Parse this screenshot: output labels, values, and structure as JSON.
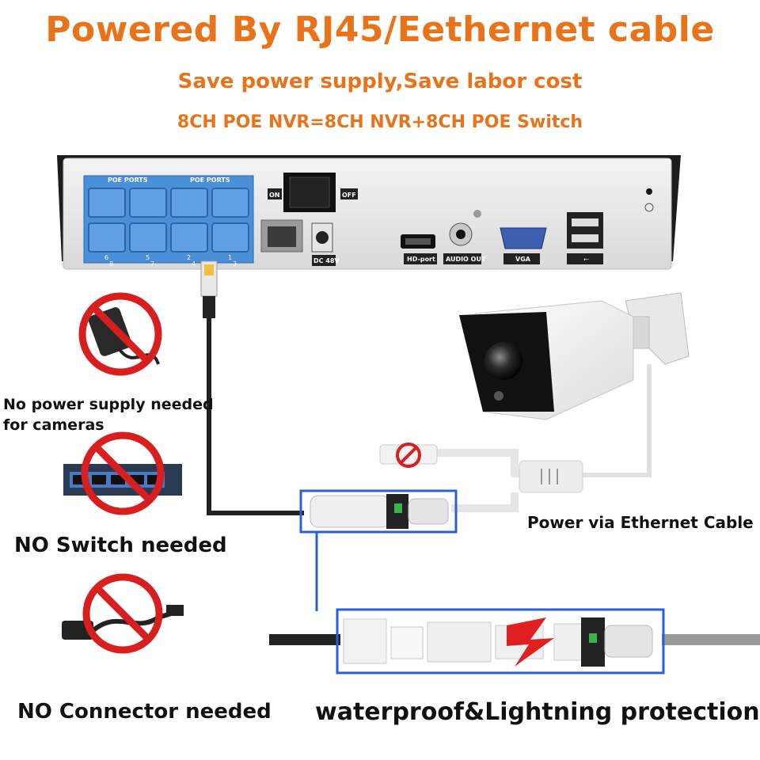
{
  "header": {
    "title": "Powered By RJ45/Eethernet cable",
    "subtitle": "Save power supply,Save labor cost",
    "formula": "8CH POE NVR=8CH NVR+8CH POE Switch"
  },
  "nvr": {
    "poe_ports_left": "POE PORTS",
    "poe_ports_right": "POE PORTS",
    "port_numbers_top": [
      "6",
      "5",
      "2",
      "1"
    ],
    "port_numbers_bottom": [
      "8",
      "7",
      "4",
      "3"
    ],
    "switch_on": "ON",
    "switch_off": "OFF",
    "dc_label": "DC 48V",
    "hdmi_label": "HD-port",
    "audio_label": "AUDIO OUT",
    "vga_label": "VGA"
  },
  "notes": {
    "no_power": "No power supply needed for cameras",
    "no_switch": "NO Switch needed",
    "no_connector": "NO Connector needed",
    "power_via": "Power via Ethernet Cable",
    "waterproof": "waterproof&Lightning protection"
  },
  "colors": {
    "title": "#e8731b",
    "poe_blue": "#4a90d9",
    "prohibit_red": "#d81e1e",
    "highlight_box": "#2c5fd6"
  }
}
